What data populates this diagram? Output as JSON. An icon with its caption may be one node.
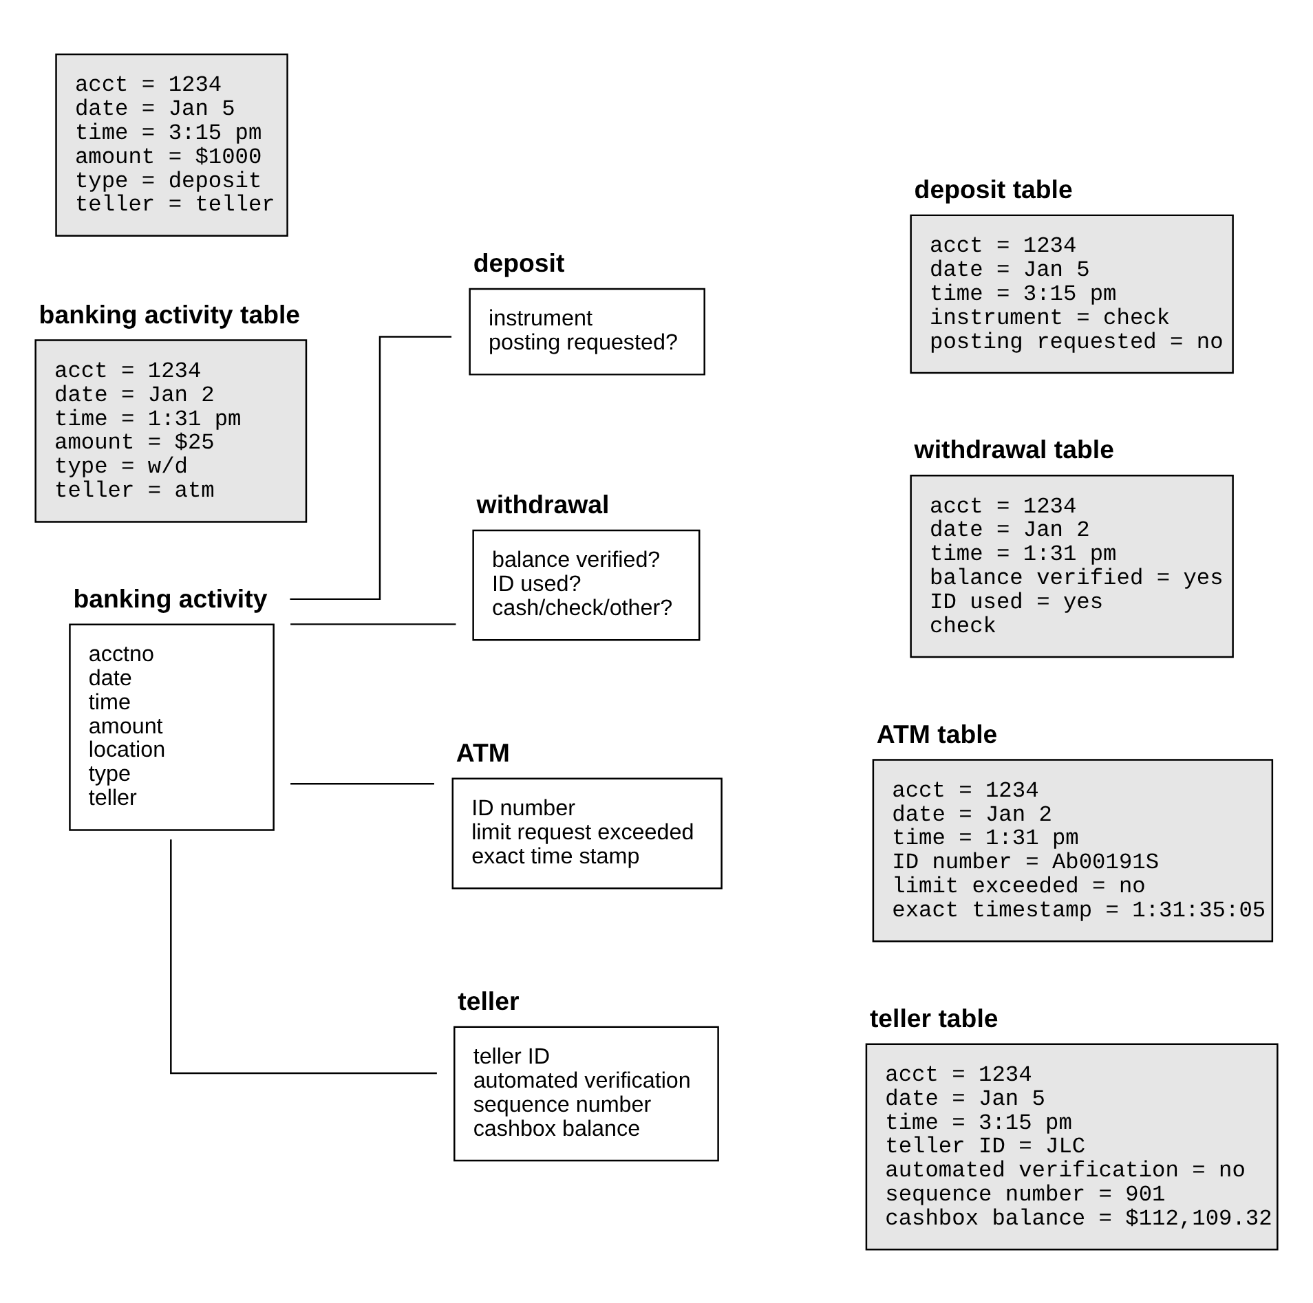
{
  "diagram": {
    "nodes": [
      {
        "text": [
          "banking activity",
          "acctno",
          "date",
          "time",
          "amount",
          "location",
          "type",
          "teller"
        ]
      },
      {
        "text": [
          "deposit",
          "instrument",
          "posting requested?"
        ]
      },
      {
        "text": [
          "withdrawal",
          "balance verified?",
          "ID used?",
          "cash/check/other?"
        ]
      },
      {
        "text": [
          "ATM",
          "ID number",
          "limit request exceeded",
          "exact time stamp"
        ]
      },
      {
        "text": [
          "teller",
          "teller ID",
          "automated verification",
          "sequence number",
          "cashbox balance"
        ]
      },
      {
        "text": [
          "banking activity table",
          "acct = 1234",
          "date = Jan 2",
          "time = 1:31 pm",
          "amount = $25",
          "type = w/d",
          "teller = atm"
        ]
      },
      {
        "text": [
          "acct = 1234",
          "date = Jan 5",
          "time = 3:15 pm",
          "amount = $1000",
          "type = deposit",
          "teller = teller"
        ]
      },
      {
        "text": [
          "deposit table",
          "acct = 1234",
          "date = Jan 5",
          "time = 3:15 pm",
          "instrument = check",
          "posting requested = no"
        ]
      },
      {
        "text": [
          "withdrawal table",
          "acct = 1234",
          "date = Jan 2",
          "time = 1:31 pm",
          "balance verified = yes",
          "ID used = yes",
          "check"
        ]
      },
      {
        "text": [
          "ATM table",
          "acct = 1234",
          "date = Jan 2",
          "time = 1:31 pm",
          "ID number = Ab00191S",
          "limit exceeded = no",
          "exact timestamp = 1:31:35:05"
        ]
      },
      {
        "text": [
          "teller table",
          "acct = 1234",
          "date = Jan 5",
          "time = 3:15 pm",
          "teller ID = JLC",
          "automated verification = no",
          "sequence number = 901",
          "cashbox balance = $112,109.32"
        ]
      }
    ],
    "edges": [
      {
        "from": 0,
        "to": 1,
        "arrow": "none"
      },
      {
        "from": 0,
        "to": 2,
        "arrow": "none"
      },
      {
        "from": 0,
        "to": 3,
        "arrow": "none"
      },
      {
        "from": 0,
        "to": 4,
        "arrow": "none"
      }
    ]
  }
}
